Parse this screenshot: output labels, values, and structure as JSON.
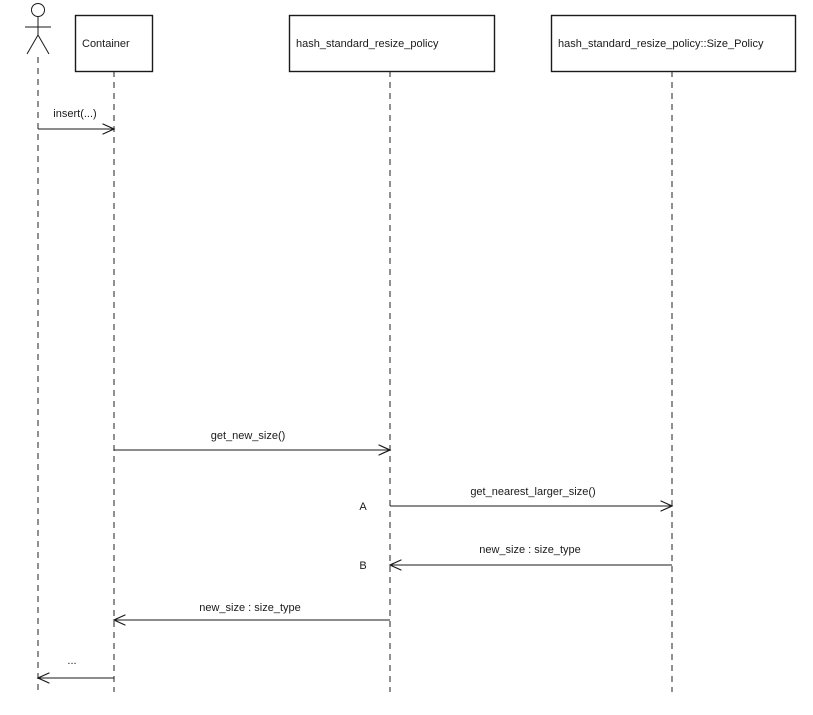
{
  "colors": {
    "line": "#1a1a1a",
    "background": "#ffffff"
  },
  "actor": {
    "kind": "stick-figure-actor"
  },
  "participants": [
    {
      "label": "Container"
    },
    {
      "label": "hash_standard_resize_policy"
    },
    {
      "label": "hash_standard_resize_policy::Size_Policy"
    }
  ],
  "messages": [
    {
      "label": "insert(...)",
      "from": "actor",
      "to": "Container",
      "direction": "right",
      "marker": ""
    },
    {
      "label": "get_new_size()",
      "from": "Container",
      "to": "hash_standard_resize_policy",
      "direction": "right",
      "marker": ""
    },
    {
      "label": "get_nearest_larger_size()",
      "from": "hash_standard_resize_policy",
      "to": "hash_standard_resize_policy::Size_Policy",
      "direction": "right",
      "marker": "A"
    },
    {
      "label": "new_size : size_type",
      "from": "hash_standard_resize_policy::Size_Policy",
      "to": "hash_standard_resize_policy",
      "direction": "left",
      "marker": "B"
    },
    {
      "label": "new_size : size_type",
      "from": "hash_standard_resize_policy",
      "to": "Container",
      "direction": "left",
      "marker": ""
    },
    {
      "label": "...",
      "from": "Container",
      "to": "actor",
      "direction": "left",
      "marker": ""
    }
  ]
}
